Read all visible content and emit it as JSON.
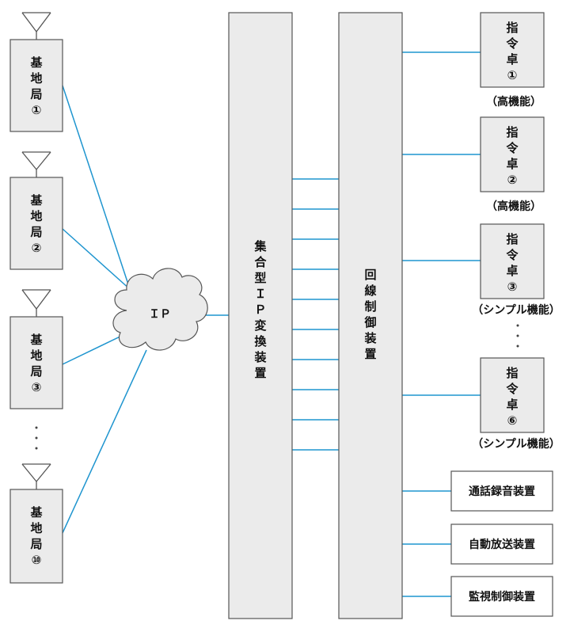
{
  "base_stations": [
    {
      "label": "基地局①",
      "chars": [
        "基",
        "地",
        "局",
        "①"
      ]
    },
    {
      "label": "基地局②",
      "chars": [
        "基",
        "地",
        "局",
        "②"
      ]
    },
    {
      "label": "基地局③",
      "chars": [
        "基",
        "地",
        "局",
        "③"
      ]
    },
    {
      "label": "基地局⑩",
      "chars": [
        "基",
        "地",
        "局",
        "⑩"
      ]
    }
  ],
  "cloud_label": "ＩＰ",
  "converter": {
    "label": "集合型ＩＰ変換装置",
    "chars": [
      "集",
      "合",
      "型",
      "Ｉ",
      "Ｐ",
      "変",
      "換",
      "装",
      "置"
    ]
  },
  "line_controller": {
    "label": "回線制御装置",
    "chars": [
      "回",
      "線",
      "制",
      "御",
      "装",
      "置"
    ]
  },
  "consoles": [
    {
      "label": "指令卓①",
      "chars": [
        "指",
        "令",
        "卓",
        "①"
      ],
      "caption": "（高機能）"
    },
    {
      "label": "指令卓②",
      "chars": [
        "指",
        "令",
        "卓",
        "②"
      ],
      "caption": "（高機能）"
    },
    {
      "label": "指令卓③",
      "chars": [
        "指",
        "令",
        "卓",
        "③"
      ],
      "caption": "（シンプル機能）"
    },
    {
      "label": "指令卓⑥",
      "chars": [
        "指",
        "令",
        "卓",
        "⑥"
      ],
      "caption": "（シンプル機能）"
    }
  ],
  "devices": [
    {
      "label": "通話録音装置"
    },
    {
      "label": "自動放送装置"
    },
    {
      "label": "監視制御装置"
    }
  ],
  "colors": {
    "link": "#1f95cf",
    "box_fill": "#ebebeb",
    "border": "#555555"
  }
}
